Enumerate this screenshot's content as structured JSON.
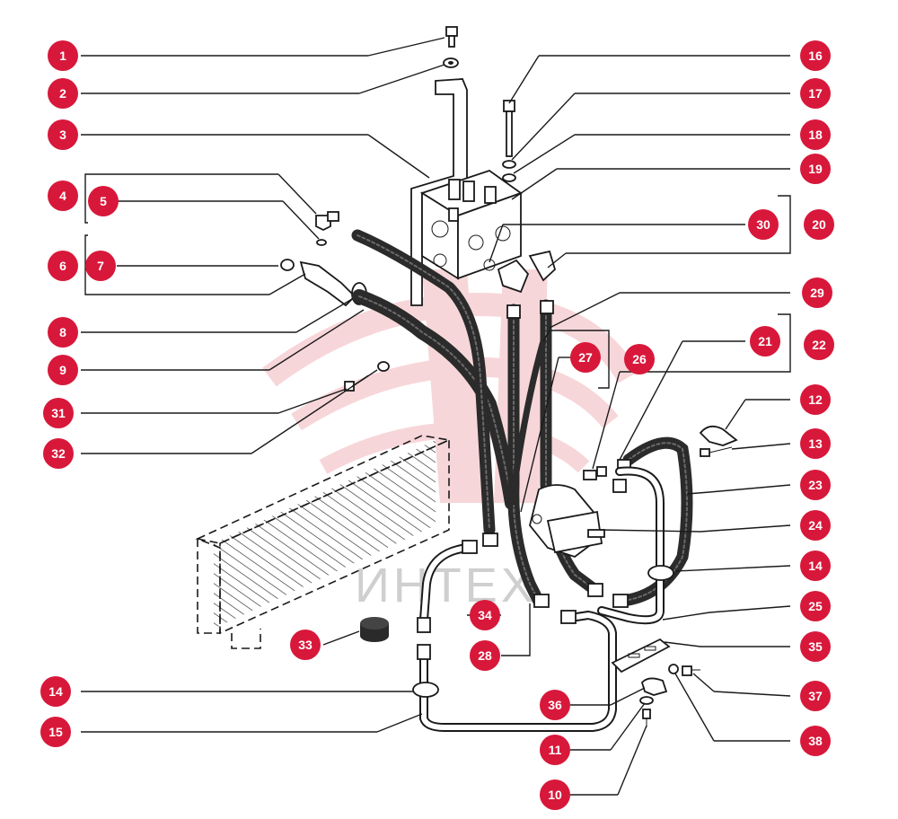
{
  "diagram": {
    "watermark_text": "ИНТЕХ",
    "colors": {
      "badge": "#d8183a",
      "watermark": "#f2b6bb",
      "line": "#1a1a1a"
    },
    "callouts": [
      {
        "label": "1"
      },
      {
        "label": "2"
      },
      {
        "label": "3"
      },
      {
        "label": "4"
      },
      {
        "label": "5"
      },
      {
        "label": "6"
      },
      {
        "label": "7"
      },
      {
        "label": "8"
      },
      {
        "label": "9"
      },
      {
        "label": "31"
      },
      {
        "label": "32"
      },
      {
        "label": "33"
      },
      {
        "label": "14"
      },
      {
        "label": "15"
      },
      {
        "label": "16"
      },
      {
        "label": "17"
      },
      {
        "label": "18"
      },
      {
        "label": "19"
      },
      {
        "label": "30"
      },
      {
        "label": "20"
      },
      {
        "label": "29"
      },
      {
        "label": "21"
      },
      {
        "label": "22"
      },
      {
        "label": "27"
      },
      {
        "label": "26"
      },
      {
        "label": "12"
      },
      {
        "label": "13"
      },
      {
        "label": "23"
      },
      {
        "label": "24"
      },
      {
        "label": "14"
      },
      {
        "label": "25"
      },
      {
        "label": "34"
      },
      {
        "label": "28"
      },
      {
        "label": "35"
      },
      {
        "label": "37"
      },
      {
        "label": "36"
      },
      {
        "label": "38"
      },
      {
        "label": "11"
      },
      {
        "label": "10"
      }
    ]
  }
}
